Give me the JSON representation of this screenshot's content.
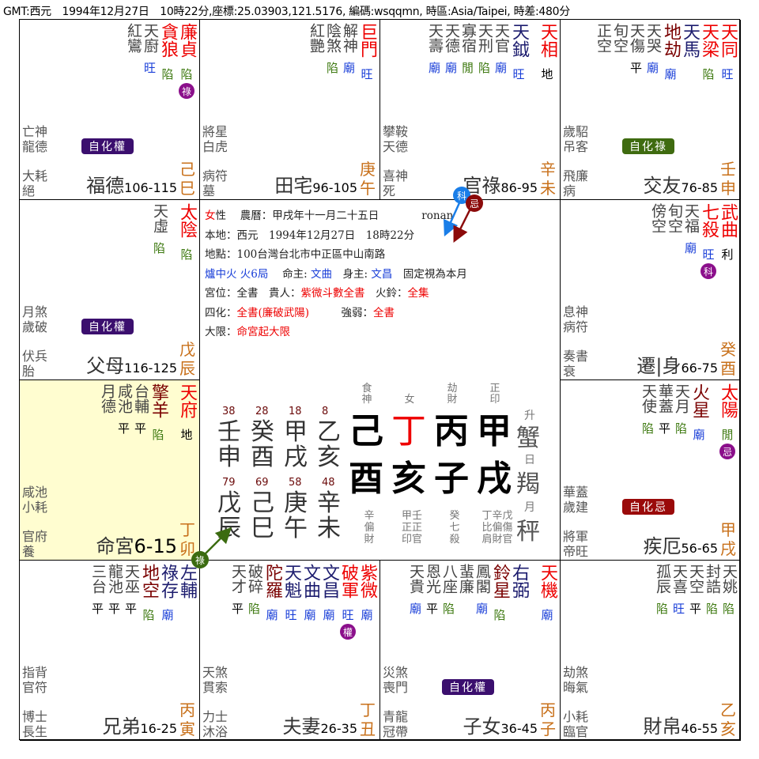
{
  "header": {
    "text": "GMT:西元　1994年12月27日　10時22分,座標:25.03903,121.5176, 編碼:wsqqmn, 時區:Asia/Taipei, 時差:480分"
  },
  "colors": {
    "main_star": "#ee0000",
    "aux_star": "#1c1c6e",
    "sha_star": "#7a0000",
    "minor_star": "#444444",
    "miao": "#1a3fd8",
    "wang": "#1a3fd8",
    "xian": "#3f7a12",
    "ping": "#000000",
    "di": "#000000",
    "ganzhi": "#c8701a",
    "hua_badge": "#8b0f8b",
    "zihua_quan": "#3b0f6e",
    "zihua_lu": "#3f6b10",
    "zihua_ji": "#9a0a0a",
    "ming_bg": "#fffdd0"
  },
  "palaces": [
    {
      "id": "fude",
      "name": "福德",
      "age": "106-115",
      "stem": "己",
      "branch": "巳",
      "col": 0,
      "row": 0,
      "stars": [
        {
          "n": "廉貞",
          "c": "main",
          "b": "陷",
          "bc": "xian",
          "hua": "祿"
        },
        {
          "n": "貪狼",
          "c": "main",
          "b": "陷",
          "bc": "xian"
        },
        {
          "n": "天廚",
          "c": "minor",
          "b": "旺",
          "bc": "wang"
        },
        {
          "n": "紅鸞",
          "c": "minor",
          "b": ""
        }
      ],
      "gods1": "亡神龍德",
      "gods2": "大耗絕",
      "zihua": {
        "label": "自化權",
        "type": "quan"
      }
    },
    {
      "id": "tianzhai",
      "name": "田宅",
      "age": "96-105",
      "stem": "庚",
      "branch": "午",
      "col": 1,
      "row": 0,
      "stars": [
        {
          "n": "巨門",
          "c": "main",
          "b": "旺",
          "bc": "wang"
        },
        {
          "n": "解神",
          "c": "minor",
          "b": "廟",
          "bc": "miao"
        },
        {
          "n": "陰煞",
          "c": "minor",
          "b": "陷",
          "bc": "xian"
        },
        {
          "n": "紅艷",
          "c": "minor",
          "b": ""
        }
      ],
      "gods1": "將星白虎",
      "gods2": "病符墓"
    },
    {
      "id": "guanlu",
      "name": "官祿",
      "age": "86-95",
      "stem": "辛",
      "branch": "未",
      "col": 2,
      "row": 0,
      "stars": [
        {
          "n": "天相",
          "c": "main",
          "b": "地",
          "bc": "di"
        },
        {
          "n": "",
          "c": "spacer",
          "b": ""
        },
        {
          "n": "天鉞",
          "c": "aux",
          "b": "旺",
          "bc": "wang"
        },
        {
          "n": "天官",
          "c": "minor",
          "b": "廟",
          "bc": "miao"
        },
        {
          "n": "天刑",
          "c": "minor",
          "b": "陷",
          "bc": "xian"
        },
        {
          "n": "寡宿",
          "c": "minor",
          "b": "閒",
          "bc": "xian"
        },
        {
          "n": "天德",
          "c": "minor",
          "b": "廟",
          "bc": "miao"
        },
        {
          "n": "天壽",
          "c": "minor",
          "b": "廟",
          "bc": "miao"
        }
      ],
      "gods1": "攀鞍天德",
      "gods2": "喜神死"
    },
    {
      "id": "jiaoyou",
      "name": "交友",
      "age": "76-85",
      "stem": "壬",
      "branch": "申",
      "col": 3,
      "row": 0,
      "stars": [
        {
          "n": "天同",
          "c": "main",
          "b": "旺",
          "bc": "wang"
        },
        {
          "n": "天梁",
          "c": "main",
          "b": "陷",
          "bc": "xian"
        },
        {
          "n": "天馬",
          "c": "aux",
          "b": ""
        },
        {
          "n": "地劫",
          "c": "sha",
          "b": "廟",
          "bc": "miao"
        },
        {
          "n": "天哭",
          "c": "minor",
          "b": "廟",
          "bc": "miao"
        },
        {
          "n": "天傷",
          "c": "minor",
          "b": "平",
          "bc": "ping"
        },
        {
          "n": "旬空",
          "c": "minor",
          "b": ""
        },
        {
          "n": "正空",
          "c": "minor",
          "b": ""
        }
      ],
      "gods1": "歲駋吊客",
      "gods2": "飛廉病",
      "zihua": {
        "label": "自化祿",
        "type": "lu"
      }
    },
    {
      "id": "fumu",
      "name": "父母",
      "age": "116-125",
      "stem": "戊",
      "branch": "辰",
      "col": 0,
      "row": 1,
      "stars": [
        {
          "n": "太陰",
          "c": "main",
          "b": "陷",
          "bc": "xian"
        },
        {
          "n": "",
          "c": "spacer",
          "b": ""
        },
        {
          "n": "天虛",
          "c": "minor",
          "b": "陷",
          "bc": "xian"
        }
      ],
      "gods1": "月煞歲破",
      "gods2": "伏兵胎",
      "zihua": {
        "label": "自化權",
        "type": "quan"
      }
    },
    {
      "id": "qianyi",
      "name": "遷|身",
      "age": "66-75",
      "stem": "癸",
      "branch": "酉",
      "col": 3,
      "row": 1,
      "stars": [
        {
          "n": "武曲",
          "c": "main",
          "b": "利",
          "bc": "di"
        },
        {
          "n": "七殺",
          "c": "main",
          "b": "旺",
          "bc": "wang",
          "hua": "科"
        },
        {
          "n": "天福",
          "c": "minor",
          "b": "廟",
          "bc": "miao"
        },
        {
          "n": "旬空",
          "c": "minor",
          "b": ""
        },
        {
          "n": "傍空",
          "c": "minor",
          "b": ""
        }
      ],
      "gods1": "息神病符",
      "gods2": "奏書衰"
    },
    {
      "id": "ming",
      "name": "命宮",
      "age": "6-15",
      "stem": "丁",
      "branch": "卯",
      "col": 0,
      "row": 2,
      "big": true,
      "stars": [
        {
          "n": "天府",
          "c": "main",
          "b": "地",
          "bc": "di"
        },
        {
          "n": "",
          "c": "spacer",
          "b": ""
        },
        {
          "n": "擎羊",
          "c": "sha",
          "b": "陷",
          "bc": "xian"
        },
        {
          "n": "台輔",
          "c": "minor",
          "b": "平",
          "bc": "ping"
        },
        {
          "n": "咸池",
          "c": "minor",
          "b": "平",
          "bc": "ping"
        },
        {
          "n": "月德",
          "c": "minor",
          "b": ""
        }
      ],
      "gods1": "咸池小耗",
      "gods2": "官府養"
    },
    {
      "id": "jie",
      "name": "疾厄",
      "age": "56-65",
      "stem": "甲",
      "branch": "戌",
      "col": 3,
      "row": 2,
      "stars": [
        {
          "n": "太陽",
          "c": "main",
          "b": "閒",
          "bc": "xian",
          "hua": "忌"
        },
        {
          "n": "",
          "c": "spacer",
          "b": ""
        },
        {
          "n": "火星",
          "c": "sha",
          "b": "廟",
          "bc": "miao"
        },
        {
          "n": "天月",
          "c": "minor",
          "b": "陷",
          "bc": "xian"
        },
        {
          "n": "華蓋",
          "c": "minor",
          "b": "平",
          "bc": "ping"
        },
        {
          "n": "天使",
          "c": "minor",
          "b": "陷",
          "bc": "xian"
        }
      ],
      "gods1": "華蓋歲建",
      "gods2": "將軍帝旺",
      "zihua": {
        "label": "自化忌",
        "type": "ji"
      }
    },
    {
      "id": "xiongdi",
      "name": "兄弟",
      "age": "16-25",
      "stem": "丙",
      "branch": "寅",
      "col": 0,
      "row": 3,
      "stars": [
        {
          "n": "左輔",
          "c": "aux",
          "b": ""
        },
        {
          "n": "祿存",
          "c": "aux",
          "b": "廟",
          "bc": "miao"
        },
        {
          "n": "地空",
          "c": "sha",
          "b": "陷",
          "bc": "xian"
        },
        {
          "n": "天巫",
          "c": "minor",
          "b": "平",
          "bc": "ping"
        },
        {
          "n": "龍池",
          "c": "minor",
          "b": "平",
          "bc": "ping"
        },
        {
          "n": "三台",
          "c": "minor",
          "b": "平",
          "bc": "ping"
        }
      ],
      "gods1": "指背官符",
      "gods2": "博士長生"
    },
    {
      "id": "fuqi",
      "name": "夫妻",
      "age": "26-35",
      "stem": "丁",
      "branch": "丑",
      "col": 1,
      "row": 3,
      "stars": [
        {
          "n": "紫微",
          "c": "main",
          "b": "廟",
          "bc": "miao"
        },
        {
          "n": "破軍",
          "c": "main",
          "b": "旺",
          "bc": "wang",
          "hua": "權"
        },
        {
          "n": "文昌",
          "c": "aux",
          "b": "廟",
          "bc": "miao"
        },
        {
          "n": "文曲",
          "c": "aux",
          "b": "廟",
          "bc": "miao"
        },
        {
          "n": "天魁",
          "c": "aux",
          "b": "旺",
          "bc": "wang"
        },
        {
          "n": "陀羅",
          "c": "sha",
          "b": "廟",
          "bc": "miao"
        },
        {
          "n": "破碎",
          "c": "minor",
          "b": "陷",
          "bc": "xian"
        },
        {
          "n": "天才",
          "c": "minor",
          "b": "平",
          "bc": "ping"
        }
      ],
      "gods1": "天煞貫索",
      "gods2": "力士沐浴"
    },
    {
      "id": "zinv",
      "name": "子女",
      "age": "36-45",
      "stem": "丙",
      "branch": "子",
      "col": 2,
      "row": 3,
      "stars": [
        {
          "n": "天機",
          "c": "main",
          "b": "廟",
          "bc": "miao"
        },
        {
          "n": "",
          "c": "spacer",
          "b": ""
        },
        {
          "n": "右弼",
          "c": "aux",
          "b": ""
        },
        {
          "n": "鈴星",
          "c": "sha",
          "b": "陷",
          "bc": "xian"
        },
        {
          "n": "鳳閣",
          "c": "minor",
          "b": "廟",
          "bc": "miao"
        },
        {
          "n": "蜚廉",
          "c": "minor",
          "b": ""
        },
        {
          "n": "八座",
          "c": "minor",
          "b": "陷",
          "bc": "xian"
        },
        {
          "n": "恩光",
          "c": "minor",
          "b": "平",
          "bc": "ping"
        },
        {
          "n": "天貴",
          "c": "minor",
          "b": "廟",
          "bc": "miao"
        }
      ],
      "gods1": "災煞喪門",
      "gods2": "青龍冠帶",
      "zihua": {
        "label": "自化權",
        "type": "quan"
      }
    },
    {
      "id": "caibo",
      "name": "財帛",
      "age": "46-55",
      "stem": "乙",
      "branch": "亥",
      "col": 3,
      "row": 3,
      "stars": [
        {
          "n": "天姚",
          "c": "minor",
          "b": "陷",
          "bc": "xian"
        },
        {
          "n": "封誥",
          "c": "minor",
          "b": "陷",
          "bc": "xian"
        },
        {
          "n": "天空",
          "c": "minor",
          "b": "平",
          "bc": "ping"
        },
        {
          "n": "天喜",
          "c": "minor",
          "b": "旺",
          "bc": "wang"
        },
        {
          "n": "孤辰",
          "c": "minor",
          "b": "陷",
          "bc": "xian"
        }
      ],
      "gods1": "劫煞晦氣",
      "gods2": "小耗臨官"
    }
  ],
  "center": {
    "info_lines": [
      [
        {
          "t": "女",
          "c": "red"
        },
        {
          "t": "性　 農曆：甲戌年十一月二十五日　　　　ronan"
        }
      ],
      [
        {
          "t": "本地：西元　1994年12月27日　18時22分"
        }
      ],
      [
        {
          "t": "地點：100台灣台北市中正區中山南路"
        }
      ],
      [
        {
          "t": "爐中火 火6局",
          "c": "blue"
        },
        {
          "t": "　 命主: "
        },
        {
          "t": "文曲",
          "c": "blue"
        },
        {
          "t": "　身主: "
        },
        {
          "t": "文昌",
          "c": "blue"
        },
        {
          "t": "　固定視為本月"
        }
      ],
      [
        {
          "t": "宮位：全書　貴人："
        },
        {
          "t": "紫微斗數全書",
          "c": "red"
        },
        {
          "t": "　火鈴："
        },
        {
          "t": "全集",
          "c": "red"
        }
      ],
      [
        {
          "t": "四化："
        },
        {
          "t": "全書(廉破武陽)",
          "c": "red"
        },
        {
          "t": "　　　強弱："
        },
        {
          "t": "全書",
          "c": "red"
        }
      ],
      [
        {
          "t": "大限："
        },
        {
          "t": "命宮起大限",
          "c": "red"
        }
      ]
    ],
    "dayun": {
      "top_ages": [
        "38",
        "28",
        "18",
        "8"
      ],
      "top_stems": [
        "壬",
        "癸",
        "甲",
        "乙"
      ],
      "top_branches": [
        "申",
        "酉",
        "戌",
        "亥"
      ],
      "bottom_ages": [
        "79",
        "69",
        "58",
        "48"
      ],
      "bottom_stems": [
        "戊",
        "己",
        "庚",
        "辛"
      ],
      "bottom_branches": [
        "辰",
        "巳",
        "午",
        "未"
      ]
    },
    "bazi": {
      "ten_gods_top": [
        "食神",
        "女",
        "劫財",
        "正印"
      ],
      "stems": [
        "己",
        "丁",
        "丙",
        "甲"
      ],
      "branches": [
        "酉",
        "亥",
        "子",
        "戌"
      ],
      "hidden": [
        "辛偏財",
        "甲壬正正印官",
        "癸七殺",
        "丁辛戊比偏傷肩財官"
      ]
    },
    "zodiac": {
      "asc_label": "升",
      "asc": "蟹",
      "sun_label": "日",
      "sun": "羯",
      "moon_label": "月",
      "moon": "秤"
    }
  },
  "markers": [
    {
      "label": "科",
      "color": "#1a7ee8"
    },
    {
      "label": "忌",
      "color": "#8b0a0a"
    },
    {
      "label": "祿",
      "color": "#3b6b10"
    }
  ]
}
